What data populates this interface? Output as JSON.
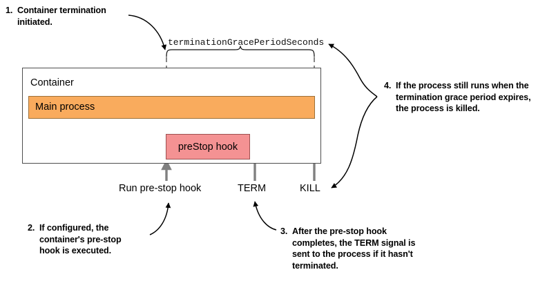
{
  "diagram": {
    "title_label": "terminationGracePeriodSeconds",
    "container": {
      "label": "Container",
      "main_process_label": "Main process",
      "prestop_label": "preStop hook"
    },
    "timeline_ticks": [
      {
        "id": "run-pre-stop-hook",
        "label": "Run pre-stop hook"
      },
      {
        "id": "term",
        "label": "TERM"
      },
      {
        "id": "kill",
        "label": "KILL"
      }
    ],
    "notes": [
      {
        "number": "1.",
        "text": "Container termination\ninitiated."
      },
      {
        "number": "2.",
        "text": "If configured, the\ncontainer's pre-stop\nhook is executed."
      },
      {
        "number": "3.",
        "text": "After the pre-stop hook\ncompletes, the TERM signal is\nsent to the process if it hasn't\nterminated."
      },
      {
        "number": "4.",
        "text": "If the process still runs when the\ntermination grace period expires,\nthe process is killed."
      }
    ],
    "colors": {
      "main_process_fill": "#f9ab5d",
      "main_process_stroke": "#9c7038",
      "prestop_fill": "#f49293",
      "prestop_stroke": "#9c5050",
      "container_stroke": "#4d4d4d",
      "signal_arrow": "#808080",
      "annotation_stroke": "#000000",
      "background": "#ffffff"
    }
  }
}
